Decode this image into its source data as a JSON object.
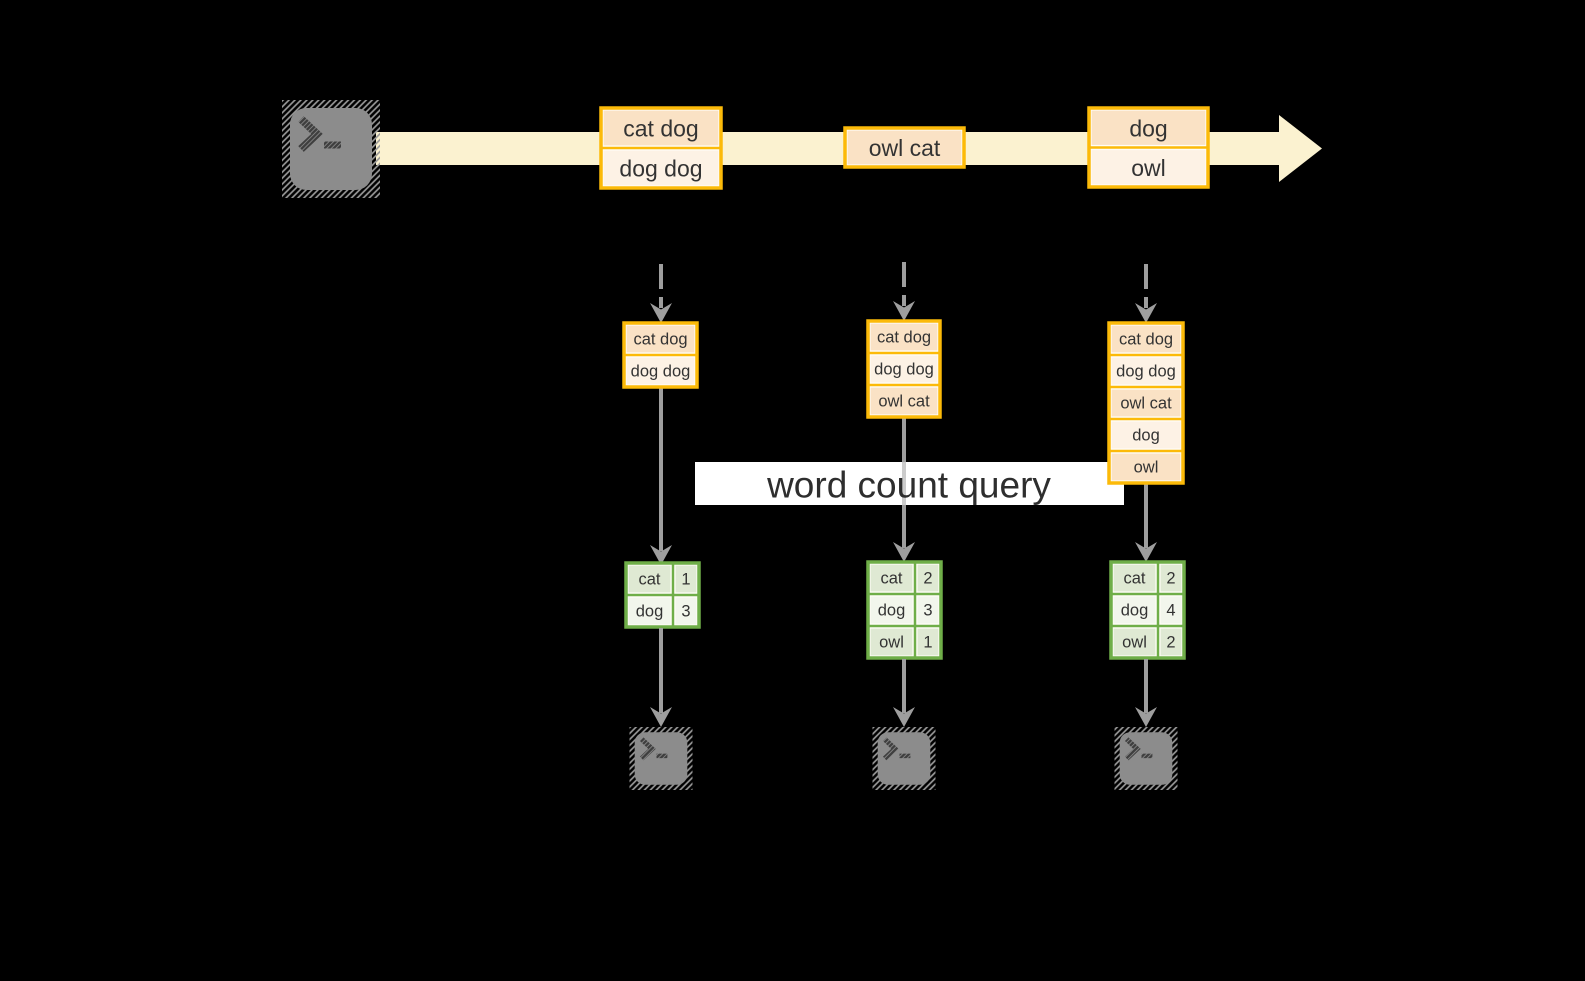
{
  "query_banner": {
    "label": "word count query"
  },
  "icons": {
    "source": "terminal-icon",
    "sinks": [
      "terminal-icon",
      "terminal-icon",
      "terminal-icon"
    ]
  },
  "timeline": {
    "windows": [
      {
        "rows": [
          "cat dog",
          "dog dog"
        ]
      },
      {
        "rows": [
          "owl cat"
        ]
      },
      {
        "rows": [
          "dog",
          "owl"
        ]
      }
    ]
  },
  "columns": [
    {
      "buffer_rows": [
        "cat dog",
        "dog dog"
      ],
      "counts": [
        [
          "cat",
          "1"
        ],
        [
          "dog",
          "3"
        ]
      ]
    },
    {
      "buffer_rows": [
        "cat dog",
        "dog dog",
        "owl cat"
      ],
      "counts": [
        [
          "cat",
          "2"
        ],
        [
          "dog",
          "3"
        ],
        [
          "owl",
          "1"
        ]
      ]
    },
    {
      "buffer_rows": [
        "cat dog",
        "dog dog",
        "owl cat",
        "dog",
        "owl"
      ],
      "counts": [
        [
          "cat",
          "2"
        ],
        [
          "dog",
          "4"
        ],
        [
          "owl",
          "2"
        ]
      ]
    }
  ],
  "colors": {
    "background": "#000000",
    "stream_band": "#fbf2d0",
    "window_border": "#fcba09",
    "window_fill_dark": "#fae2c5",
    "window_fill_light": "#fdf2e5",
    "table_border": "#6fae48",
    "table_fill_dark": "#dfe9d3",
    "table_fill_light": "#f2f6ec",
    "arrow": "#9e9e9e",
    "banner_background": "#ffffff",
    "terminal_gray": "#8c8c8c",
    "text": "#333333"
  }
}
